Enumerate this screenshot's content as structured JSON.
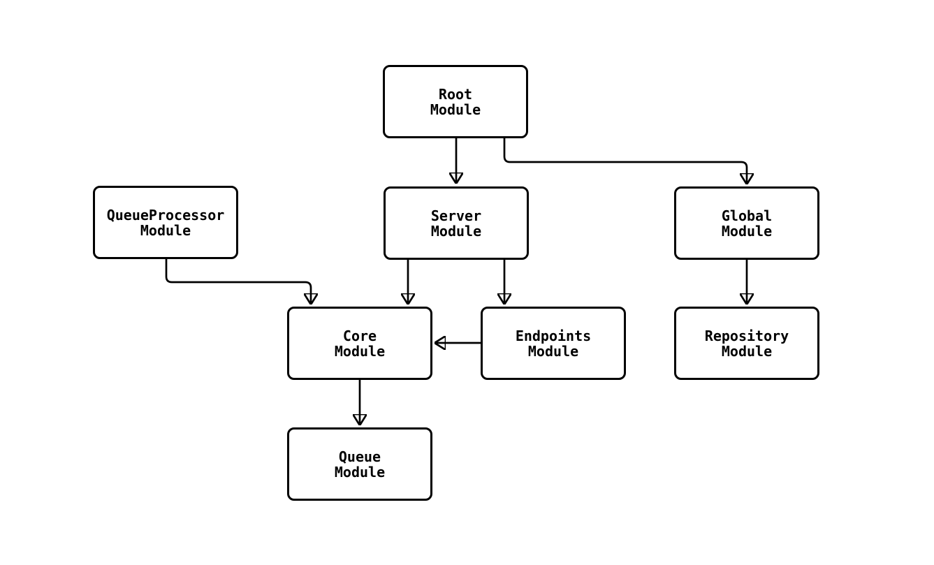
{
  "diagram": {
    "type": "flowchart-module-dependencies",
    "background_color": "#ffffff",
    "node_border_color": "#000000",
    "node_fill_color": "#ffffff",
    "edge_color": "#000000",
    "text_color": "#000000",
    "nodes": [
      {
        "id": "root",
        "lines": [
          "Root",
          "Module"
        ]
      },
      {
        "id": "queueprocessor",
        "lines": [
          "QueueProcessor",
          "Module"
        ]
      },
      {
        "id": "server",
        "lines": [
          "Server",
          "Module"
        ]
      },
      {
        "id": "global",
        "lines": [
          "Global",
          "Module"
        ]
      },
      {
        "id": "core",
        "lines": [
          "Core",
          "Module"
        ]
      },
      {
        "id": "endpoints",
        "lines": [
          "Endpoints",
          "Module"
        ]
      },
      {
        "id": "repository",
        "lines": [
          "Repository",
          "Module"
        ]
      },
      {
        "id": "queue",
        "lines": [
          "Queue",
          "Module"
        ]
      }
    ],
    "edges": [
      {
        "from": "root",
        "to": "server",
        "style": "arrow"
      },
      {
        "from": "root",
        "to": "global",
        "style": "arrow"
      },
      {
        "from": "server",
        "to": "core",
        "style": "arrow"
      },
      {
        "from": "server",
        "to": "endpoints",
        "style": "arrow"
      },
      {
        "from": "queueprocessor",
        "to": "core",
        "style": "arrow"
      },
      {
        "from": "endpoints",
        "to": "core",
        "style": "arrow"
      },
      {
        "from": "global",
        "to": "repository",
        "style": "arrow"
      },
      {
        "from": "core",
        "to": "queue",
        "style": "arrow"
      }
    ]
  }
}
